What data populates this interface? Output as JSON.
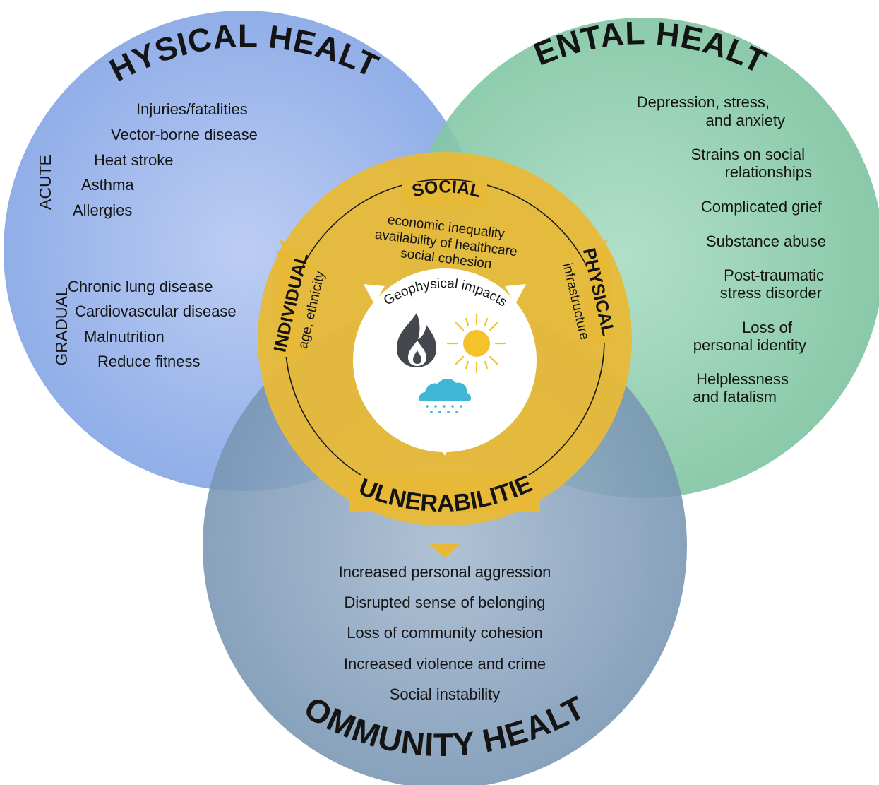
{
  "colors": {
    "physical": "#8aaae6",
    "mental": "#7fc4a2",
    "community": "#6f8fb0",
    "vulnerability": "#e8b937",
    "text": "#141414"
  },
  "physical": {
    "title": "PHYSICAL HEALTH",
    "acute_label": "ACUTE",
    "gradual_label": "GRADUAL",
    "acute": [
      "Injuries/fatalities",
      "Vector-borne disease",
      "Heat stroke",
      "Asthma",
      "Allergies"
    ],
    "gradual": [
      "Chronic lung disease",
      "Cardiovascular disease",
      "Malnutrition",
      "Reduce fitness"
    ]
  },
  "mental": {
    "title": "MENTAL HEALTH",
    "items": [
      "Depression, stress,",
      "and anxiety",
      "Strains on social",
      "relationships",
      "Complicated grief",
      "Substance abuse",
      "Post-traumatic",
      "stress disorder",
      "Loss of",
      "personal identity",
      "Helplessness",
      "and fatalism"
    ]
  },
  "community": {
    "title": "COMMUNITY HEALTH",
    "items": [
      "Increased personal aggression",
      "Disrupted sense of belonging",
      "Loss of community cohesion",
      "Increased violence and crime",
      "Social instability"
    ]
  },
  "vulnerabilities": {
    "title": "VULNERABILITIES",
    "social_title": "SOCIAL",
    "social_items": [
      "economic inequality",
      "availability of healthcare",
      "social cohesion"
    ],
    "individual_title": "INDIVIDUAL",
    "individual_sub": "age, ethnicity",
    "physical_title": "PHYSICAL",
    "physical_sub": "infrastructure"
  },
  "geophysical": {
    "title": "Geophysical impacts",
    "icons": [
      "fire-icon",
      "sun-icon",
      "rain-cloud-icon"
    ]
  }
}
